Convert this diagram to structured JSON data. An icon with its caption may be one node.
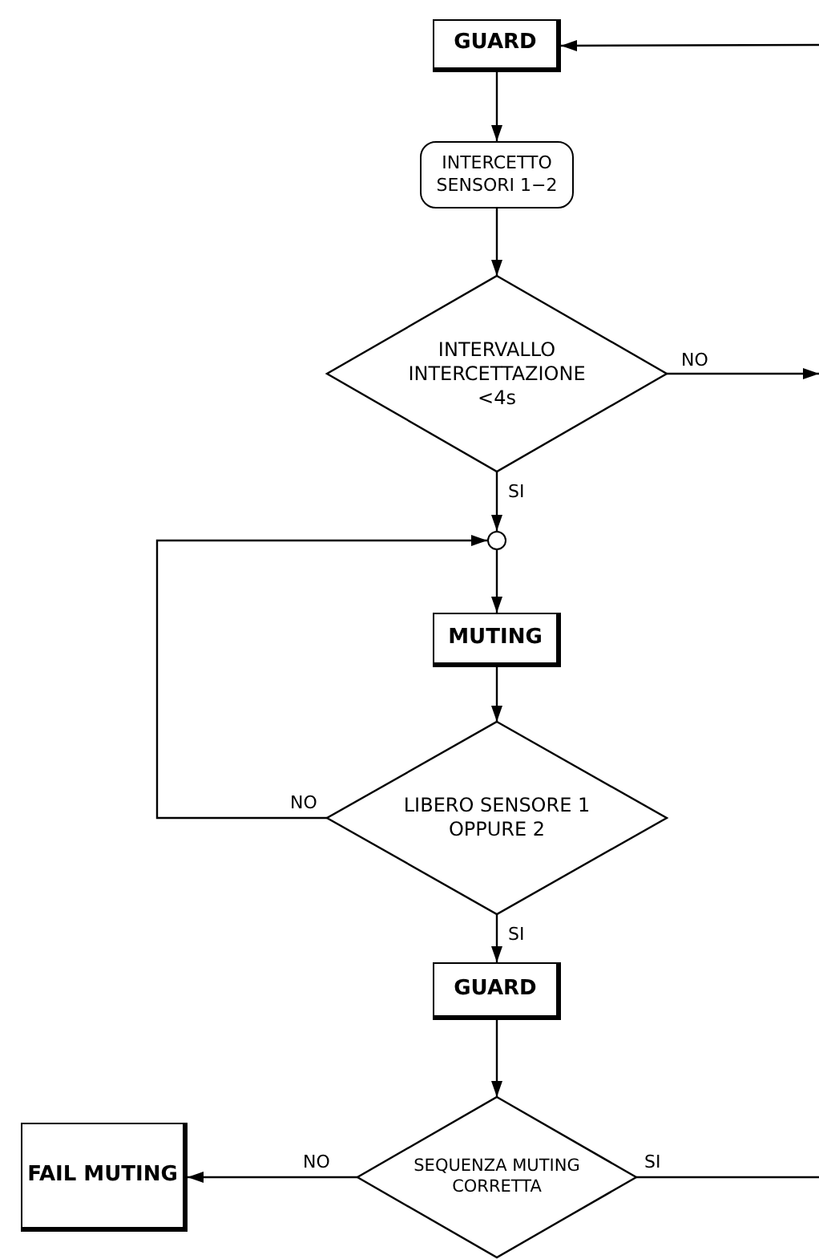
{
  "diagram": {
    "nodes": [
      {
        "text": [
          "GUARD"
        ]
      },
      {
        "text": [
          "INTERCETTO SENSORI 1−2"
        ]
      },
      {
        "text": [
          "INTERVALLO INTERCETTAZIONE <4s"
        ]
      },
      {
        "text": [],
        "shape": "circle"
      },
      {
        "text": [
          "MUTING"
        ]
      },
      {
        "text": [
          "LIBERO SENSORE 1 OPPURE 2"
        ]
      },
      {
        "text": [
          "GUARD"
        ]
      },
      {
        "text": [
          "SEQUENZA MUTING CORRETTA"
        ]
      },
      {
        "text": [
          "FAIL MUTING"
        ]
      }
    ],
    "edges": [
      {
        "from": null,
        "to": 0,
        "arrow": "to"
      },
      {
        "from": 0,
        "to": 1,
        "arrow": "to"
      },
      {
        "from": 1,
        "to": 2,
        "arrow": "to"
      },
      {
        "from": 2,
        "to": null,
        "arrow": "to",
        "label": "NO"
      },
      {
        "from": 2,
        "to": 3,
        "arrow": "to",
        "label": "SI"
      },
      {
        "from": 5,
        "to": 3,
        "arrow": "to",
        "label": "NO"
      },
      {
        "from": 3,
        "to": 4,
        "arrow": "to"
      },
      {
        "from": 4,
        "to": 5,
        "arrow": "to"
      },
      {
        "from": 5,
        "to": 6,
        "arrow": "to",
        "label": "SI"
      },
      {
        "from": 6,
        "to": 7,
        "arrow": "to"
      },
      {
        "from": 7,
        "to": 8,
        "arrow": "to",
        "label": "NO"
      },
      {
        "from": 7,
        "to": null,
        "arrow": "none",
        "label": "SI"
      }
    ]
  }
}
